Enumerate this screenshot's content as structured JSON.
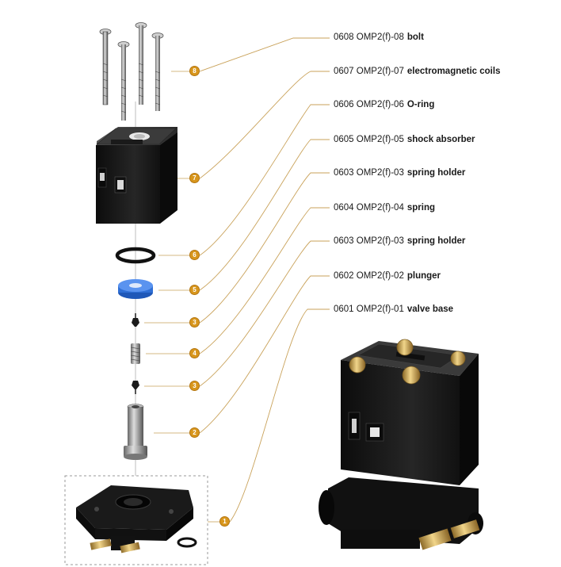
{
  "parts": [
    {
      "num": "8",
      "code": "0608 OMP2(f)-08",
      "name": "bolt"
    },
    {
      "num": "7",
      "code": "0607 OMP2(f)-07",
      "name": "electromagnetic coils"
    },
    {
      "num": "6",
      "code": "0606 OMP2(f)-06",
      "name": "O-ring"
    },
    {
      "num": "5",
      "code": "0605 OMP2(f)-05",
      "name": "shock absorber"
    },
    {
      "num": "3",
      "code": "0603 OMP2(f)-03",
      "name": "spring holder"
    },
    {
      "num": "4",
      "code": "0604 OMP2(f)-04",
      "name": "spring"
    },
    {
      "num": "3",
      "code": "0603 OMP2(f)-03",
      "name": "spring holder"
    },
    {
      "num": "2",
      "code": "0602 OMP2(f)-02",
      "name": "plunger"
    },
    {
      "num": "1",
      "code": "0601 OMP2(f)-01",
      "name": "valve base"
    }
  ],
  "colors": {
    "leader": "#c9a25a",
    "badge": "#d8961c",
    "part": "#1b1b1b",
    "brass": "#c8a050",
    "blue": "#2f6fd6"
  }
}
